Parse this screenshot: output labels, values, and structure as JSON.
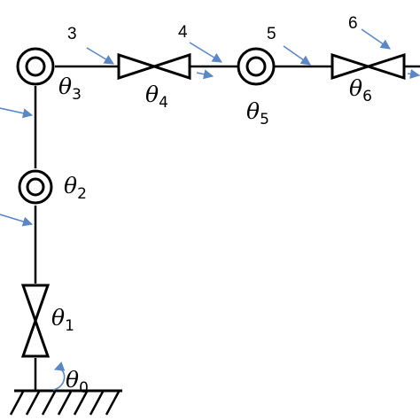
{
  "joint_labels": {
    "j0": {
      "symbol": "θ",
      "sub": "0"
    },
    "j1": {
      "symbol": "θ",
      "sub": "1"
    },
    "j2": {
      "symbol": "θ",
      "sub": "2"
    },
    "j3": {
      "symbol": "θ",
      "sub": "3"
    },
    "j4": {
      "symbol": "θ",
      "sub": "4"
    },
    "j5": {
      "symbol": "θ",
      "sub": "5"
    },
    "j6": {
      "symbol": "θ",
      "sub": "6"
    }
  },
  "pointer_numbers": {
    "n3": "3",
    "n4": "4",
    "n5": "5",
    "n6": "6"
  },
  "colors": {
    "pointer_arrow": "#5b87c5",
    "structure": "#000000"
  }
}
